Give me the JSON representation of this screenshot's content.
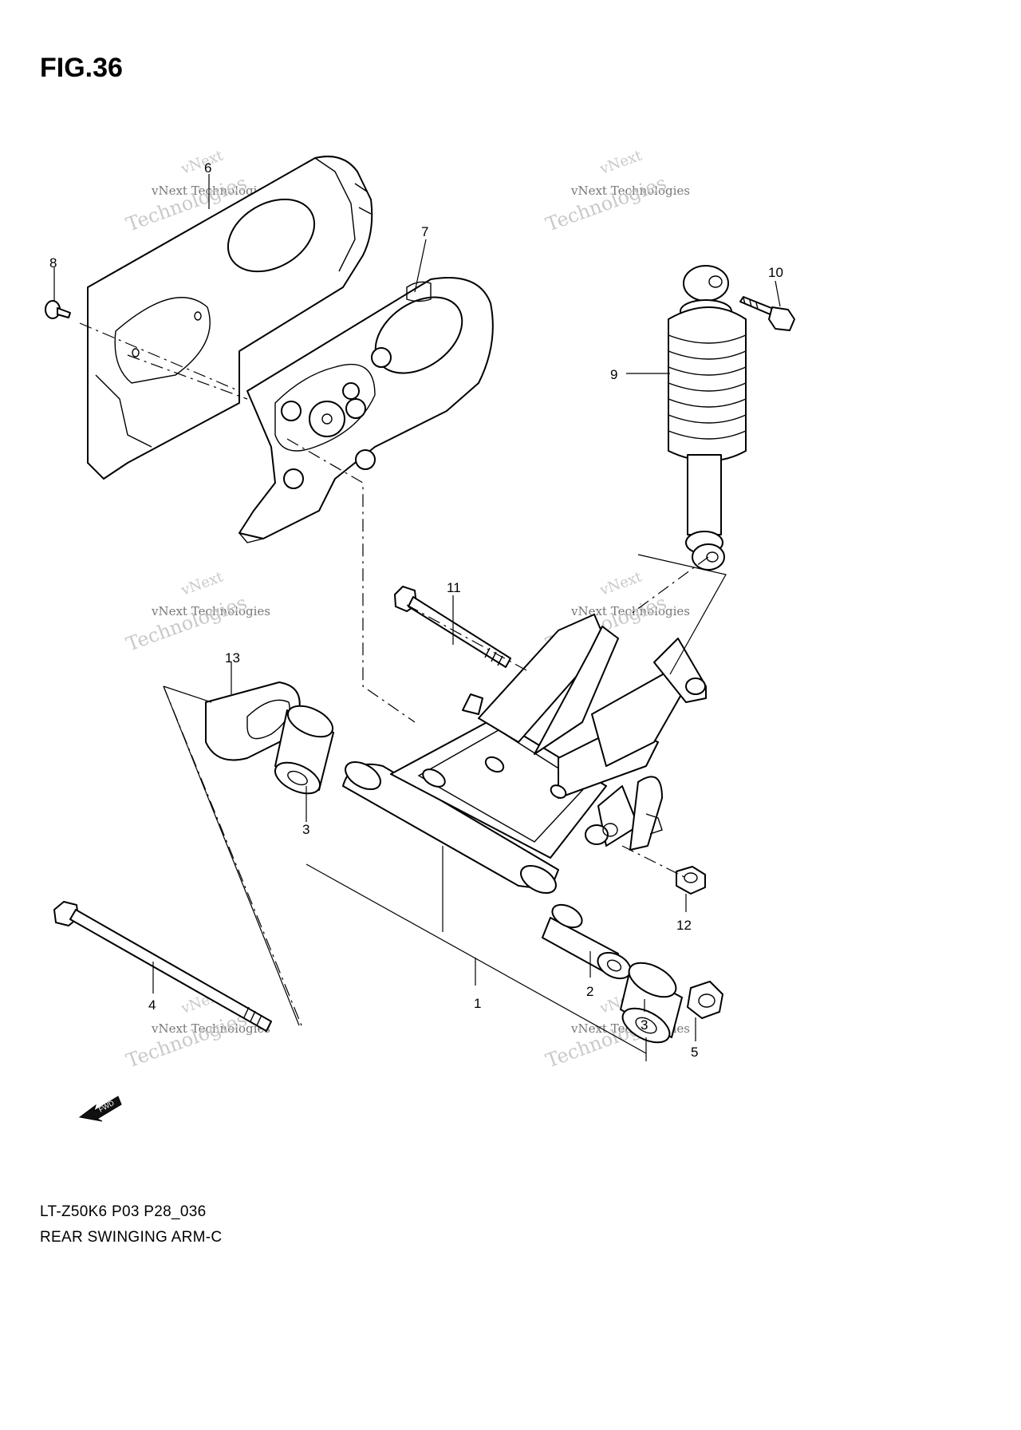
{
  "figure": {
    "title": "FIG.36",
    "model_code": "LT-Z50K6 P03 P28_036",
    "section_name": "REAR SWINGING ARM-C"
  },
  "watermark": {
    "line1": "vNext Technologies",
    "line2": "Technologies",
    "line3": "vNext"
  },
  "fwd_label": "FWD",
  "callouts": [
    {
      "id": "1",
      "label": "1"
    },
    {
      "id": "2",
      "label": "2"
    },
    {
      "id": "3a",
      "label": "3"
    },
    {
      "id": "3b",
      "label": "3"
    },
    {
      "id": "4",
      "label": "4"
    },
    {
      "id": "5",
      "label": "5"
    },
    {
      "id": "6",
      "label": "6"
    },
    {
      "id": "7",
      "label": "7"
    },
    {
      "id": "8",
      "label": "8"
    },
    {
      "id": "9",
      "label": "9"
    },
    {
      "id": "10",
      "label": "10"
    },
    {
      "id": "11",
      "label": "11"
    },
    {
      "id": "12",
      "label": "12"
    },
    {
      "id": "13",
      "label": "13"
    }
  ]
}
